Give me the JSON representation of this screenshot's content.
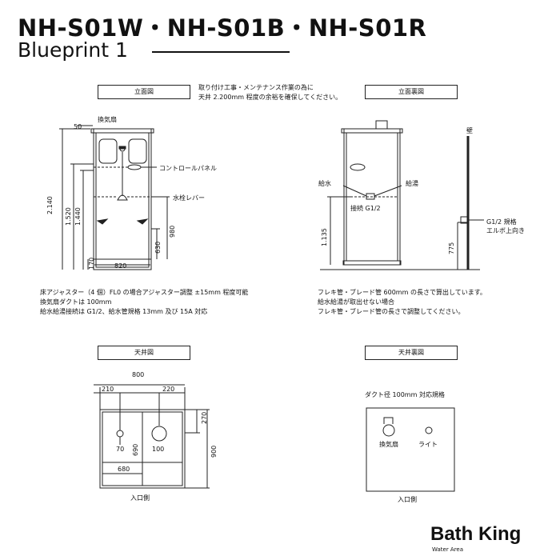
{
  "header": {
    "title": "NH-S01W・NH-S01B・NH-S01R",
    "subtitle": "Blueprint 1"
  },
  "front_view": {
    "label": "立面図",
    "ventilation_fan": "換気扇",
    "control_panel": "コントロールパネル",
    "faucet_lever": "水栓レバー",
    "dims": {
      "top": "50",
      "total_height": "2.140",
      "h1520": "1.520",
      "h1440": "1.440",
      "h630": "630",
      "h980": "980",
      "base": "170",
      "width": "820"
    }
  },
  "install_note": {
    "line1": "取り付け工事・メンテナンス作業の為に",
    "line2": "天井 2.200mm 程度の余裕を確保してください。"
  },
  "rear_view": {
    "label": "立面裏図",
    "wall": "壁",
    "water_supply": "給水",
    "hot_water": "給湯",
    "connection": "接続 G1/2",
    "elbow1": "G1/2 規格",
    "elbow2": "エルボ上向き",
    "dims": {
      "h1135": "1.135",
      "h775": "775"
    }
  },
  "notes_left": {
    "line1": "床アジャスター（4 個）FL0 の場合アジャスター調整 ±15mm 程度可能",
    "line2": "換気扇ダクトは 100mm",
    "line3": "給水給湯接続は G1/2、給水管規格 13mm 及び 15A 対応"
  },
  "notes_right": {
    "line1": "フレキ管・ブレード管 600mm の長さで算出しています。",
    "line2": "給水給湯が取出せない場合",
    "line3": "フレキ管・ブレード管の長さで調整してください。"
  },
  "ceiling_view": {
    "label": "天井図",
    "dims": {
      "width": "800",
      "left_offset": "210",
      "right_offset": "220",
      "depth_top": "270",
      "depth": "900",
      "d70": "70",
      "d690": "690",
      "d100": "100",
      "d680": "680"
    },
    "entrance": "入口側"
  },
  "ceiling_rear_view": {
    "label": "天井裏図",
    "duct_note": "ダクト径 100mm 対応規格",
    "ventilation_fan": "換気扇",
    "light": "ライト",
    "entrance": "入口側"
  },
  "brand": {
    "name": "Bath King",
    "tagline": "Water Area"
  }
}
